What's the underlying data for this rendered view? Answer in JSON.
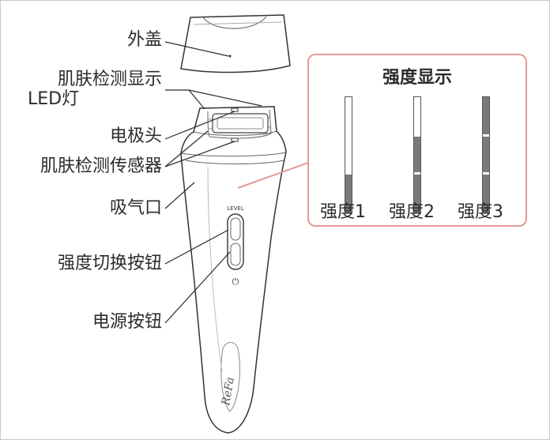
{
  "labels": {
    "outer_cover": "外盖",
    "led_line1": "肌肤检测显示",
    "led_line2": "LED灯",
    "electrode_head": "电极头",
    "skin_sensor": "肌肤检测传感器",
    "suction_port": "吸气口",
    "intensity_switch": "强度切换按钮",
    "power_button": "电源按钮"
  },
  "panel": {
    "title": "强度显示",
    "levels": [
      {
        "label": "强度1",
        "filled": 1
      },
      {
        "label": "强度2",
        "filled": 2
      },
      {
        "label": "强度3",
        "filled": 3
      }
    ]
  },
  "device": {
    "level_text": "LEVEL",
    "brand": "ReFa",
    "power_symbol": "⏻"
  },
  "colors": {
    "panel_border": "#e59a9a",
    "pointer": "#e59a9a",
    "bar_fill": "#7a7a7a",
    "line": "#2b2b2b"
  }
}
